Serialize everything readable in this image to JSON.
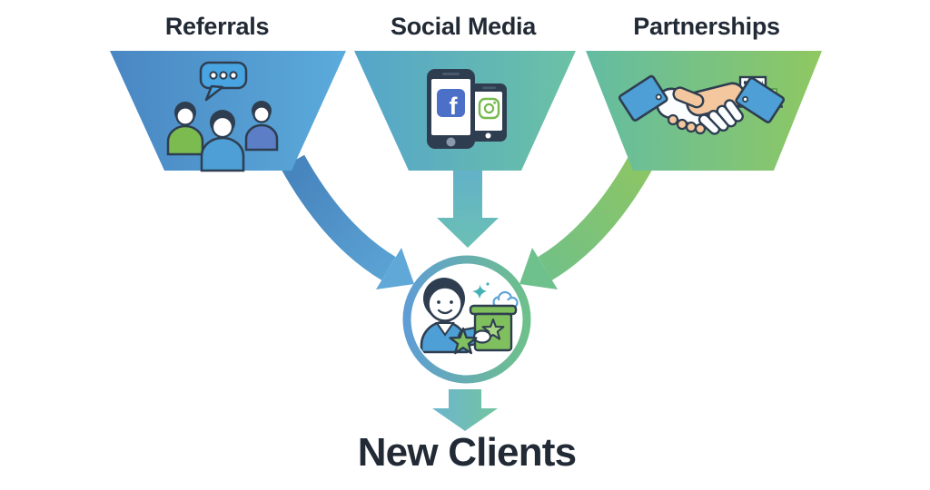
{
  "diagram": {
    "type": "funnel-convergence",
    "background": "#ffffff"
  },
  "sources": [
    {
      "label": "Referrals",
      "icon": "people-chat-icon"
    },
    {
      "label": "Social Media",
      "icon": "smartphones-social-icon"
    },
    {
      "label": "Partnerships",
      "icon": "handshake-icon"
    }
  ],
  "center": {
    "icon": "new-client-badge-icon"
  },
  "result": {
    "label": "New Clients"
  },
  "flows": [
    {
      "from": "Referrals",
      "to": "New Clients"
    },
    {
      "from": "Social Media",
      "to": "New Clients"
    },
    {
      "from": "Partnerships",
      "to": "New Clients"
    }
  ],
  "icons": {
    "facebook_letter": "f"
  },
  "colors": {
    "label_text": "#212A35",
    "outline": "#2E3E50",
    "referrals_gradient": [
      "#4A87C3",
      "#5BABDB"
    ],
    "social_gradient": [
      "#55A5CB",
      "#6BC2A4"
    ],
    "partnerships_gradient": [
      "#63BCA3",
      "#8FC861"
    ],
    "arrow_left_gradient": [
      "#4785BE",
      "#5FA8D8"
    ],
    "arrow_middle_gradient": [
      "#62B1C9",
      "#6BC0B4"
    ],
    "arrow_right_gradient": [
      "#8AC567",
      "#6EC08C"
    ],
    "arrow_bottom_gradient": [
      "#6CB5D0",
      "#73C49F"
    ],
    "ring_gradient": [
      "#5F9DD4",
      "#6EC08B"
    ],
    "facebook_blue": "#4C70C8",
    "instagram_green": "#76B94E",
    "shirt_blue": "#4D9FD6",
    "shirt_green": "#7CBB4F",
    "shirt_slate": "#5B7EC6",
    "box_green": "#7FBF5E",
    "skin_tone": "#F4C79F"
  }
}
